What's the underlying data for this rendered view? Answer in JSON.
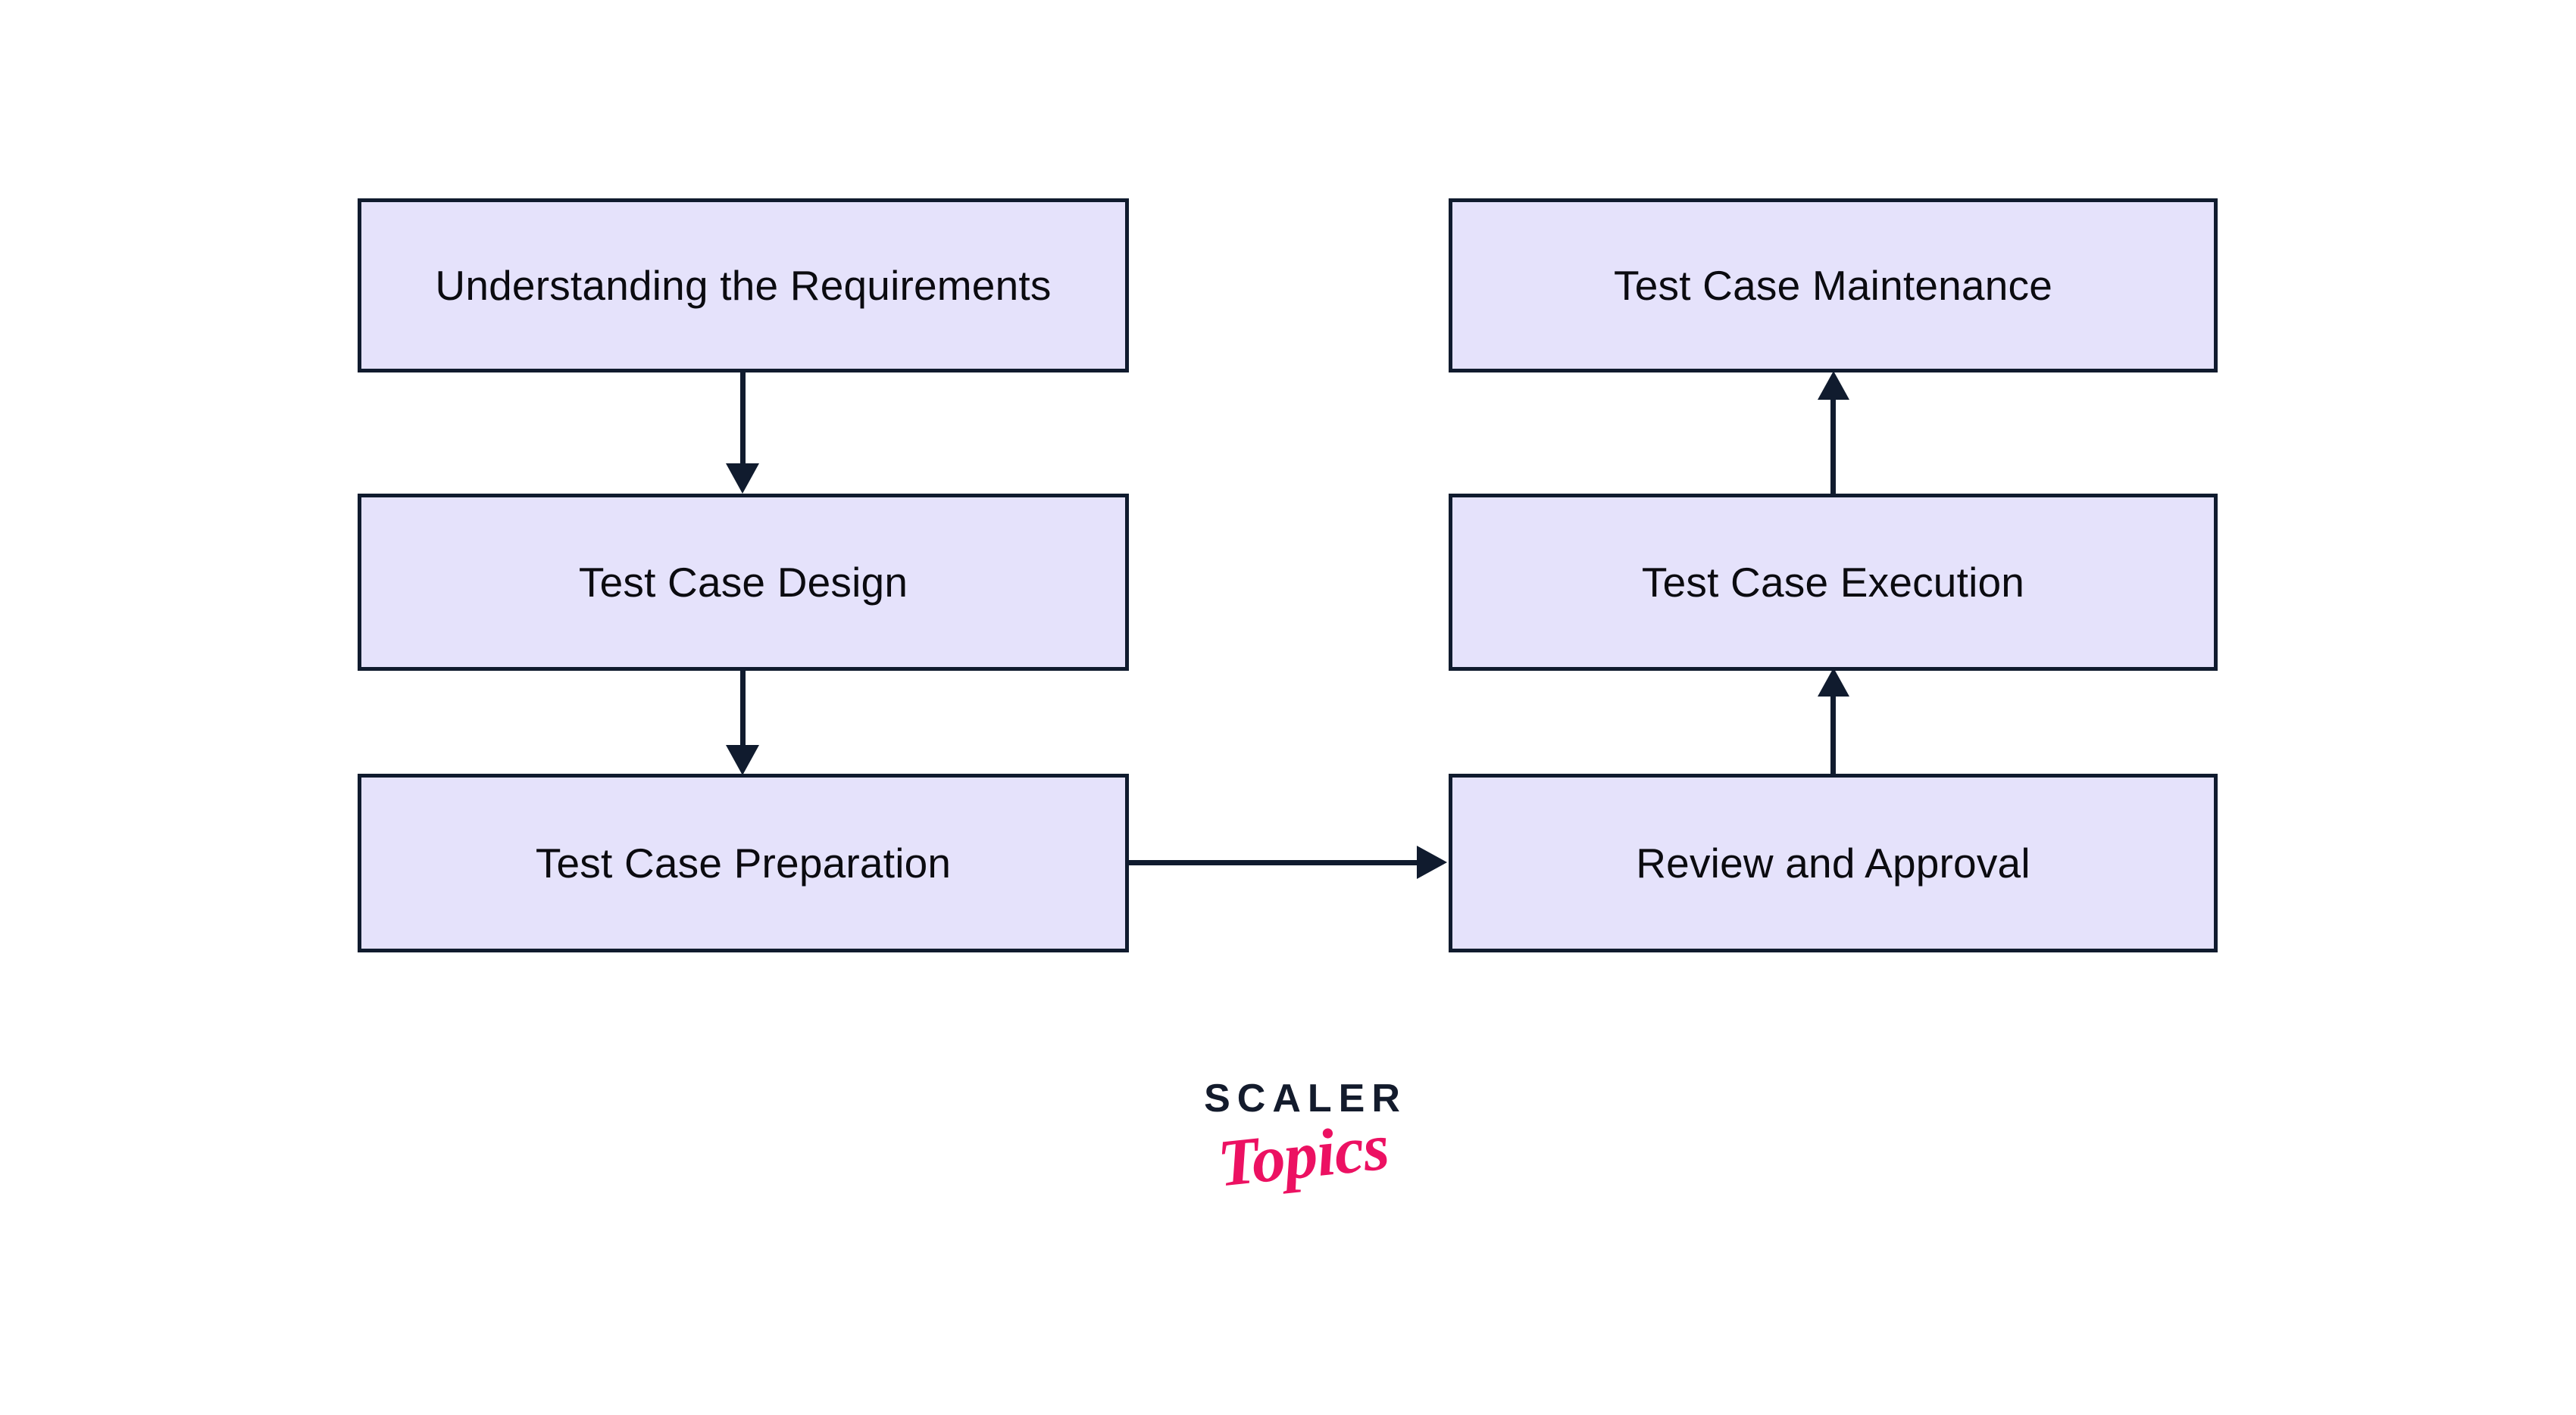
{
  "diagram": {
    "background_color": "#ffffff",
    "node_fill_color": "#e5e2fb",
    "node_border_color": "#101b2e",
    "connector_color": "#101b2e",
    "text_color": "#0b0b10",
    "nodes": [
      {
        "id": "understanding",
        "label": "Understanding the Requirements"
      },
      {
        "id": "design",
        "label": "Test Case Design"
      },
      {
        "id": "preparation",
        "label": "Test Case Preparation"
      },
      {
        "id": "maintenance",
        "label": "Test Case Maintenance"
      },
      {
        "id": "execution",
        "label": "Test Case Execution"
      },
      {
        "id": "review",
        "label": "Review and Approval"
      }
    ],
    "connectors": [
      {
        "id": "understanding-to-design",
        "from": "understanding",
        "to": "design",
        "direction": "down"
      },
      {
        "id": "design-to-preparation",
        "from": "design",
        "to": "preparation",
        "direction": "down"
      },
      {
        "id": "preparation-to-review",
        "from": "preparation",
        "to": "review",
        "direction": "right"
      },
      {
        "id": "review-to-execution",
        "from": "review",
        "to": "execution",
        "direction": "up"
      },
      {
        "id": "execution-to-maintenance",
        "from": "execution",
        "to": "maintenance",
        "direction": "up"
      }
    ]
  },
  "brand": {
    "wordmark": "SCALER",
    "script": "Topics",
    "wordmark_color": "#131b2c",
    "script_color": "#ec1162"
  }
}
